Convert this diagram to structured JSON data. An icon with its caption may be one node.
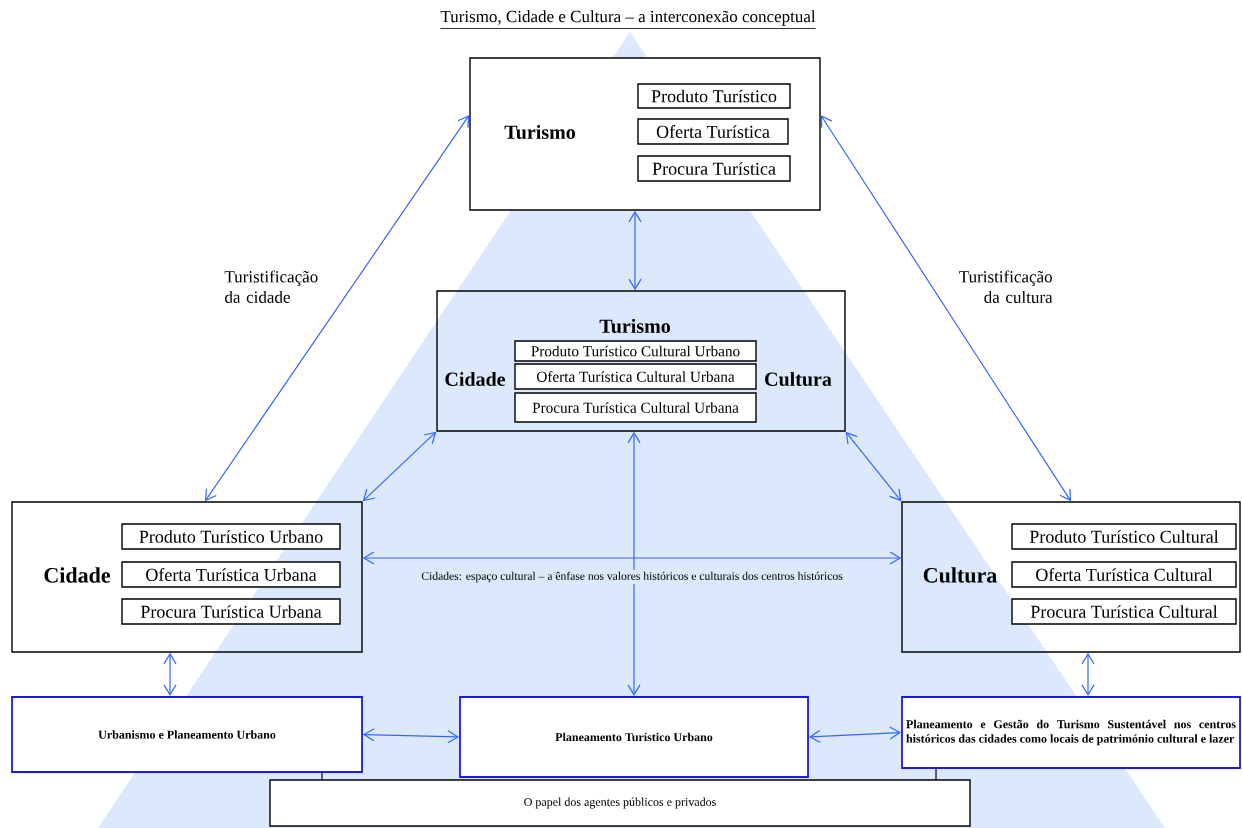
{
  "diagram": {
    "title": "Turismo, Cidade e Cultura – a interconexão conceptual",
    "nodes": [
      {
        "text": [
          "Turismo"
        ]
      },
      {
        "text": [
          "Produto Turístico"
        ],
        "in": 0
      },
      {
        "text": [
          "Oferta Turística"
        ],
        "in": 0
      },
      {
        "text": [
          "Procura Turística"
        ],
        "in": 0
      },
      {
        "text": [
          "Turismo",
          "Cidade",
          "Cultura"
        ]
      },
      {
        "text": [
          "Produto Turístico Cultural Urbano"
        ],
        "in": 4
      },
      {
        "text": [
          "Oferta Turística Cultural Urbana"
        ],
        "in": 4
      },
      {
        "text": [
          "Procura Turística Cultural Urbana"
        ],
        "in": 4
      },
      {
        "text": [
          "Cidade"
        ]
      },
      {
        "text": [
          "Produto Turístico Urbano"
        ],
        "in": 8
      },
      {
        "text": [
          "Oferta Turística Urbana"
        ],
        "in": 8
      },
      {
        "text": [
          "Procura Turística Urbana"
        ],
        "in": 8
      },
      {
        "text": [
          "Cultura"
        ]
      },
      {
        "text": [
          "Produto Turístico Cultural"
        ],
        "in": 12
      },
      {
        "text": [
          "Oferta Turística Cultural"
        ],
        "in": 12
      },
      {
        "text": [
          "Procura Turística Cultural"
        ],
        "in": 12
      },
      {
        "text": [
          "Urbanismo e Planeamento Urbano"
        ]
      },
      {
        "text": [
          "Planeamento Turístico Urbano"
        ]
      },
      {
        "text": [
          "Planeamento e Gestão do Turismo Sustentável nos centros históricos das cidades como locais de património cultural e lazer"
        ]
      },
      {
        "text": [
          "O papel dos agentes públicos e privados"
        ]
      }
    ],
    "edges": [
      {
        "from": 0,
        "to": 4,
        "arrow": "both"
      },
      {
        "from": 8,
        "to": 0,
        "arrow": "both",
        "label": "Turistificação da cidade"
      },
      {
        "from": 12,
        "to": 0,
        "arrow": "both",
        "label": "Turistificação da cultura"
      },
      {
        "from": 4,
        "to": 8,
        "arrow": "both"
      },
      {
        "from": 4,
        "to": 12,
        "arrow": "both"
      },
      {
        "from": 8,
        "to": 12,
        "arrow": "both",
        "label": "Cidades: espaço cultural – a ênfase nos valores históricos e culturais dos centros históricos"
      },
      {
        "from": 4,
        "to": 17,
        "arrow": "both"
      },
      {
        "from": 8,
        "to": 16,
        "arrow": "both"
      },
      {
        "from": 12,
        "to": 18,
        "arrow": "both"
      },
      {
        "from": 16,
        "to": 17,
        "arrow": "both"
      },
      {
        "from": 17,
        "to": 18,
        "arrow": "both"
      },
      {
        "from": 16,
        "to": 19,
        "arrow": "none",
        "color": "#000000"
      },
      {
        "from": 18,
        "to": 19,
        "arrow": "none",
        "color": "#000000"
      }
    ]
  }
}
